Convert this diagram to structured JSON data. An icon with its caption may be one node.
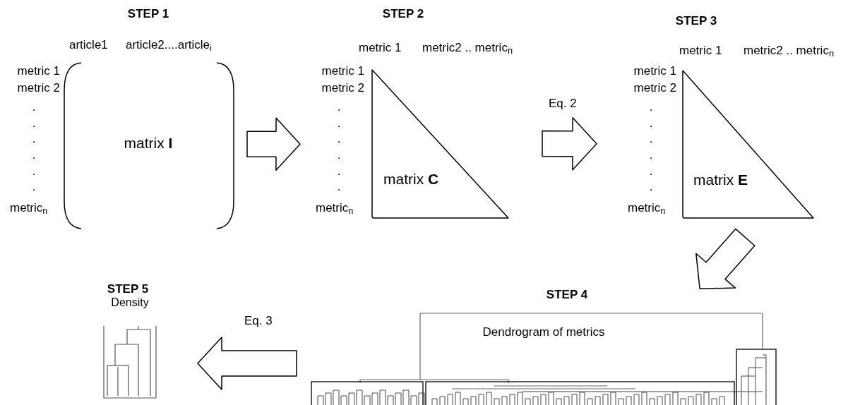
{
  "diagram": {
    "nodes": [
      {
        "text": [
          "STEP 1",
          "article1",
          "article2....article$_{i}$",
          "matrix **I**"
        ],
        "beside": [
          "metric 1",
          "metric 2",
          ".",
          ".",
          ".",
          ".",
          ".",
          ".",
          "metric$_{n}$"
        ]
      },
      {
        "text": [
          "STEP 2",
          "matrix **C**"
        ],
        "beside": [
          "metric 1",
          "metric2 .. metric$_{n}$",
          "metric 1",
          "metric 2",
          ".",
          ".",
          ".",
          ".",
          ".",
          ".",
          "metric$_{n}$"
        ]
      },
      {
        "text": [
          "STEP 3",
          "matrix **E**"
        ],
        "beside": [
          "metric 1",
          "metric2 .. metric$_{n}$",
          "metric 1",
          "metric 2",
          ".",
          ".",
          ".",
          ".",
          ".",
          ".",
          "metric$_{n}$"
        ]
      },
      {
        "text": [
          "STEP 4",
          "Dendrogram of metrics"
        ]
      },
      {
        "text": [
          "STEP 5",
          "Density"
        ]
      }
    ],
    "edges": [
      {
        "from": 0,
        "to": 1,
        "arrow": "to"
      },
      {
        "from": 1,
        "to": 2,
        "arrow": "to",
        "label": "Eq. 2"
      },
      {
        "from": 2,
        "to": 3,
        "arrow": "to"
      },
      {
        "from": 3,
        "to": 4,
        "arrow": "to",
        "label": "Eq. 3"
      }
    ]
  }
}
